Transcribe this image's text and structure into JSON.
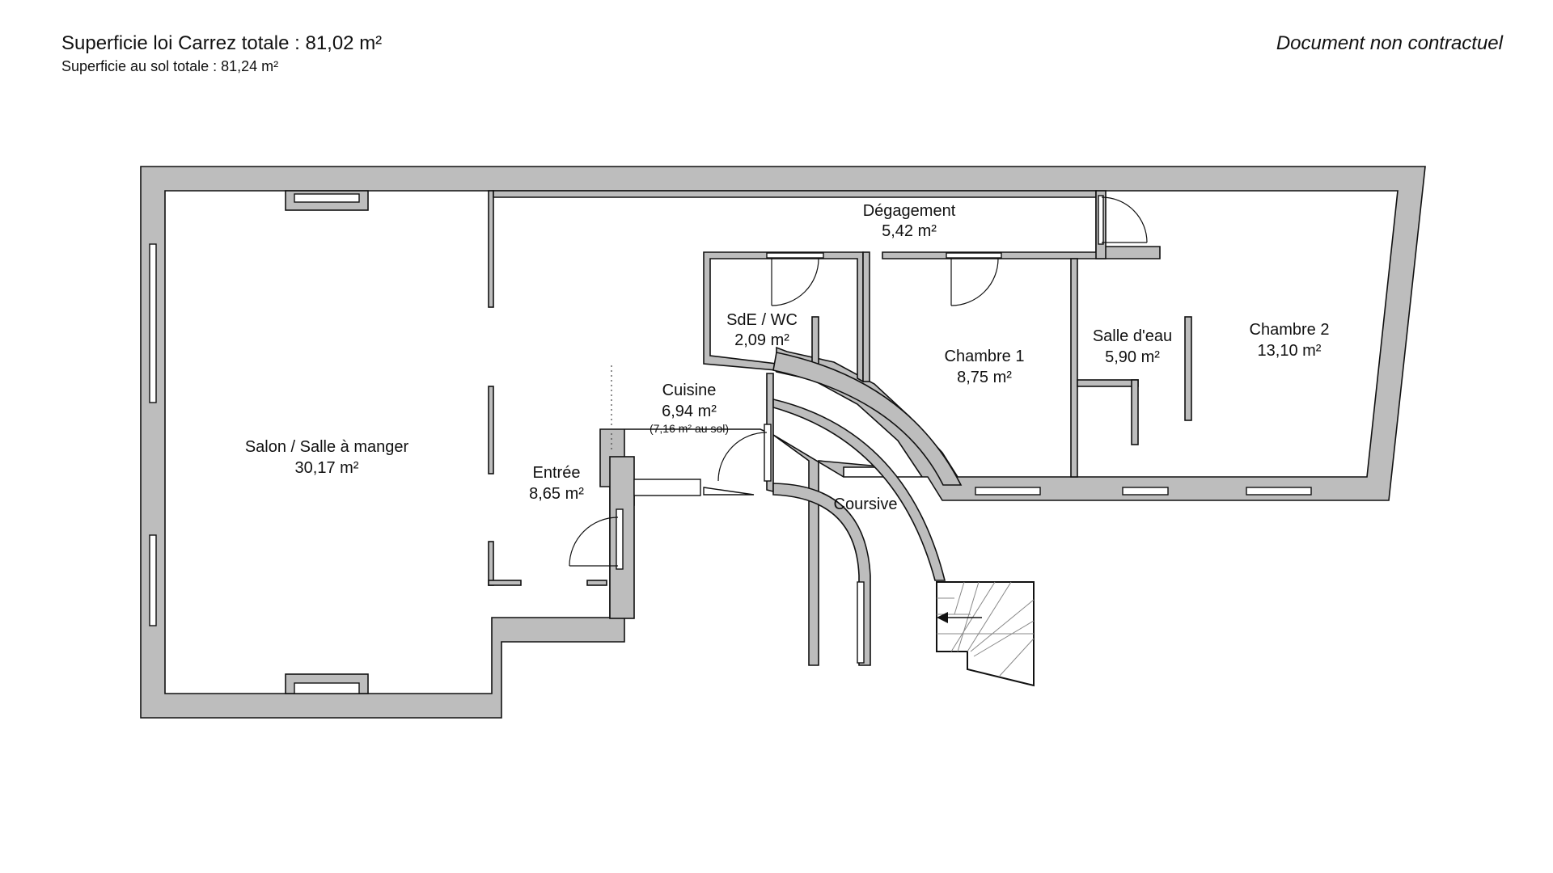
{
  "header": {
    "carrez_total": "Superficie loi Carrez totale :  81,02 m²",
    "sol_total": "Superficie au sol totale :  81,24 m²",
    "disclaimer": "Document non contractuel"
  },
  "rooms": {
    "salon": {
      "name": "Salon / Salle à manger",
      "area": "30,17 m²"
    },
    "degagement": {
      "name": "Dégagement",
      "area": "5,42 m²"
    },
    "sde_wc": {
      "name": "SdE / WC",
      "area": "2,09 m²"
    },
    "chambre1": {
      "name": "Chambre 1",
      "area": "8,75 m²"
    },
    "salle_eau": {
      "name": "Salle d'eau",
      "area": "5,90 m²"
    },
    "chambre2": {
      "name": "Chambre 2",
      "area": "13,10 m²"
    },
    "cuisine": {
      "name": "Cuisine",
      "area": "6,94 m²",
      "note": "(7,16 m² au sol)"
    },
    "entree": {
      "name": "Entrée",
      "area": "8,65 m²"
    },
    "coursive": {
      "name": "Coursive"
    }
  },
  "colors": {
    "wall": "#bdbdbd",
    "outline": "#111111",
    "background": "#ffffff"
  }
}
